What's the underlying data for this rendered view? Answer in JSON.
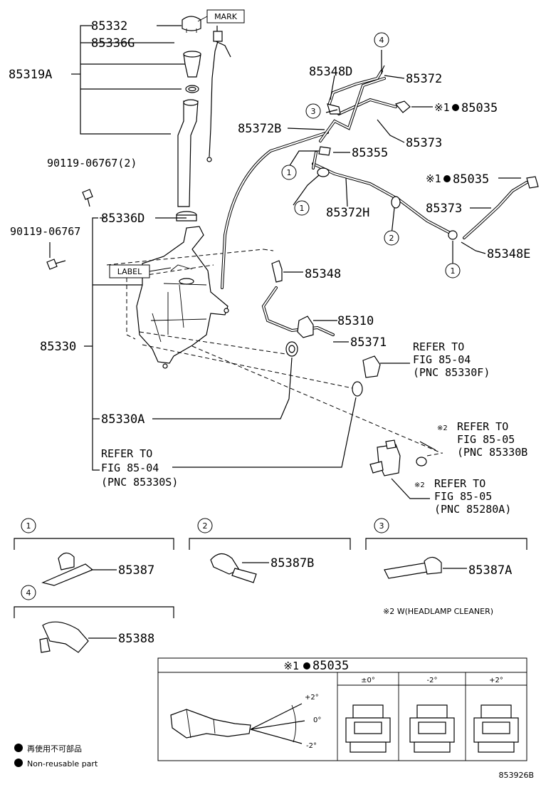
{
  "labels": {
    "p85332": "85332",
    "p85336G": "85336G",
    "p85319A": "85319A",
    "p90119a": "90119-06767(2)",
    "p90119b": "90119-06767",
    "p85336D": "85336D",
    "p85330": "85330",
    "p85330A": "85330A",
    "p85348D": "85348D",
    "p85372": "85372",
    "p85035a": "85035",
    "p85372B": "85372B",
    "p85373a": "85373",
    "p85355": "85355",
    "p85035b": "85035",
    "p85372H": "85372H",
    "p85373b": "85373",
    "p85348E": "85348E",
    "p85348": "85348",
    "p85310": "85310",
    "p85371": "85371",
    "p85387": "85387",
    "p85387B": "85387B",
    "p85387A": "85387A",
    "p85388": "85388",
    "table_title": "85035"
  },
  "marks": {
    "ref1": "※1",
    "ref2": "※2"
  },
  "boxes": {
    "mark": "MARK",
    "label": "LABEL"
  },
  "refs": {
    "r1": [
      "REFER TO",
      "FIG 85-04",
      "(PNC 85330F)"
    ],
    "r2": [
      "REFER TO",
      "FIG 85-05",
      "(PNC 85330B"
    ],
    "r3": [
      "REFER TO",
      "FIG 85-05",
      "(PNC 85280A)"
    ],
    "r4": [
      "REFER TO",
      "FIG 85-04",
      "(PNC 85330S)"
    ]
  },
  "callouts": [
    "1",
    "2",
    "3",
    "4"
  ],
  "note_headlamp": "※2 W(HEADLAMP CLEANER)",
  "table": {
    "columns": [
      "±0°",
      "-2°",
      "+2°"
    ],
    "angles": [
      "+2°",
      "0°",
      "-2°"
    ]
  },
  "legend": {
    "jp": "再使用不可部品",
    "en": "Non-reusable part"
  },
  "diagram_id": "853926B"
}
